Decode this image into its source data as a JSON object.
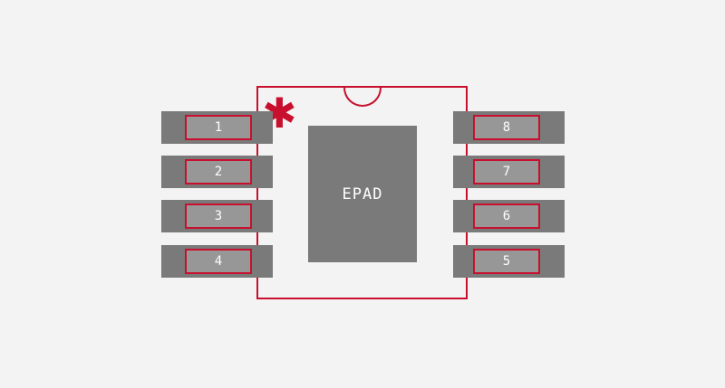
{
  "canvas": {
    "background": "#f3f3f3"
  },
  "colors": {
    "outline_red": "#c8102e",
    "pad_gray": "#7a7a7a",
    "pin_fill": "#979797",
    "label_white": "#ffffff"
  },
  "footprint": {
    "epad_label": "EPAD",
    "pin_one_marker": "✱",
    "left_pins": [
      "1",
      "2",
      "3",
      "4"
    ],
    "right_pins": [
      "8",
      "7",
      "6",
      "5"
    ]
  }
}
